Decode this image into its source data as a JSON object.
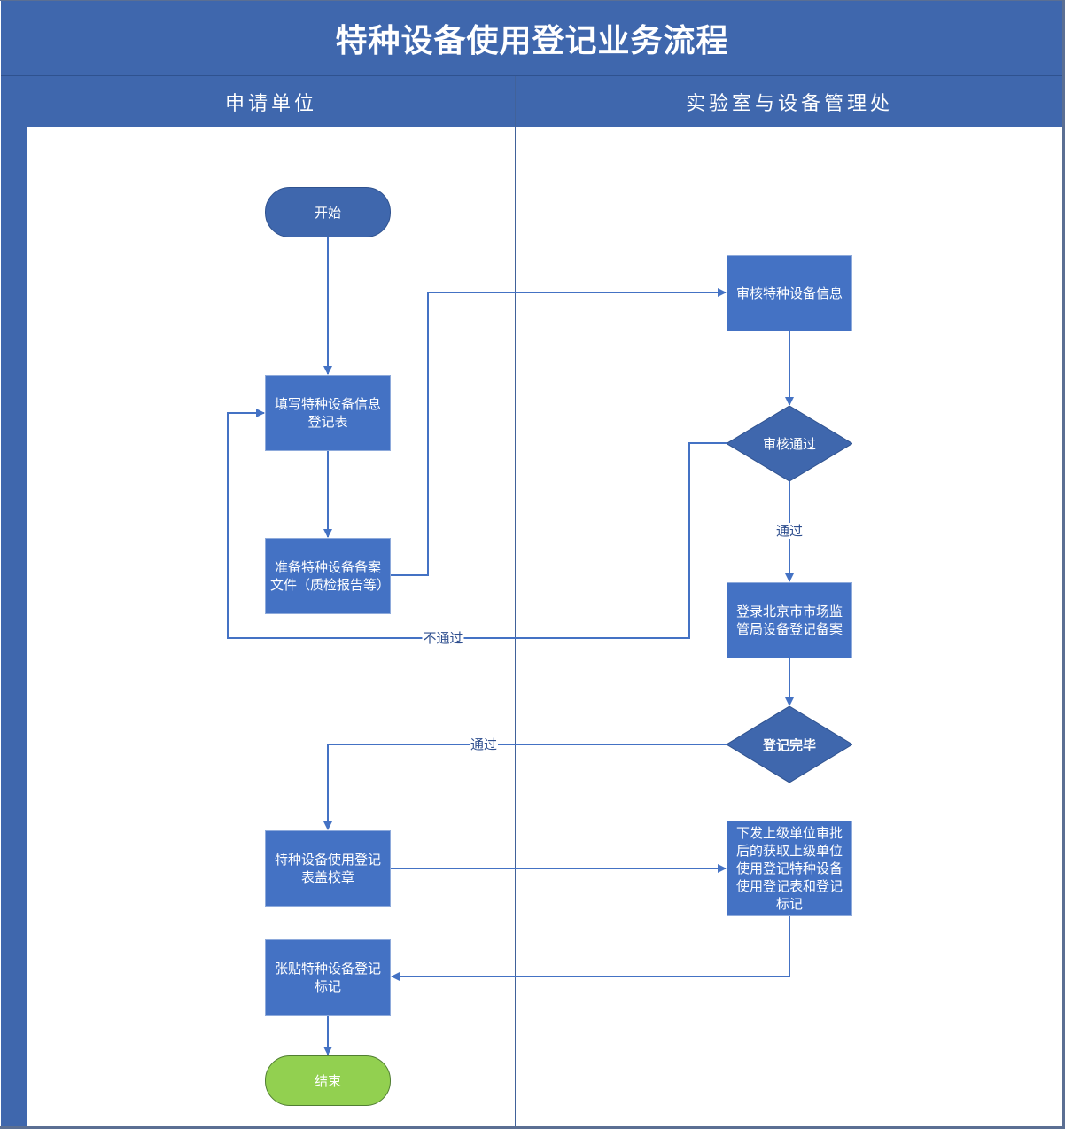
{
  "title": "特种设备使用登记业务流程",
  "lanes": [
    {
      "label": "申请单位"
    },
    {
      "label": "实验室与设备管理处"
    }
  ],
  "colors": {
    "header": "#3f67ad",
    "process": "#4472c4",
    "start": "#3f67ad",
    "end": "#92d050",
    "connector": "#4472c4"
  },
  "nodes": {
    "start": {
      "label": "开始"
    },
    "fill_form": {
      "label": "填写特种设备信息登记表"
    },
    "prepare_docs": {
      "label": "准备特种设备备案文件（质检报告等）"
    },
    "review_info": {
      "label": "审核特种设备信息"
    },
    "review_pass": {
      "label": "审核通过"
    },
    "register_online": {
      "label": "登录北京市市场监管局设备登记备案"
    },
    "register_done": {
      "label": "登记完毕"
    },
    "stamp_form": {
      "label": "特种设备使用登记表盖校章"
    },
    "issue_docs": {
      "label": "下发上级单位审批后的获取上级单位使用登记特种设备使用登记表和登记标记"
    },
    "attach_mark": {
      "label": "张贴特种设备登记标记"
    },
    "end": {
      "label": "结束"
    }
  },
  "edge_labels": {
    "pass_1": "通过",
    "fail": "不通过",
    "pass_2": "通过"
  }
}
